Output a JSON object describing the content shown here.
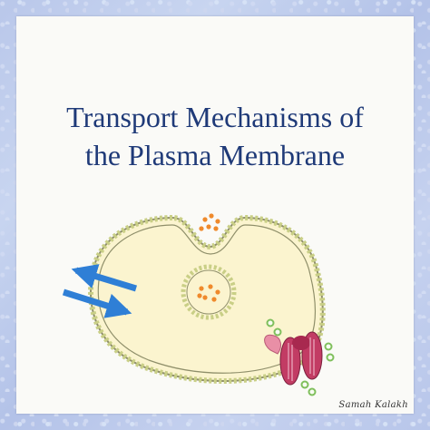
{
  "title_line1": "Transport Mechanisms of",
  "title_line2": "the Plasma Membrane",
  "signature": "Samah Kalakh",
  "colors": {
    "title": "#1f3a78",
    "cytoplasm": "#fbf4cf",
    "membrane_head": "#c9cf86",
    "particles": "#ef8a2c",
    "arrows": "#2f7fd6",
    "channel": "#c23c64",
    "channel_ligand": "#e98fa6",
    "extracellular_molecules": "#9bd17c"
  }
}
